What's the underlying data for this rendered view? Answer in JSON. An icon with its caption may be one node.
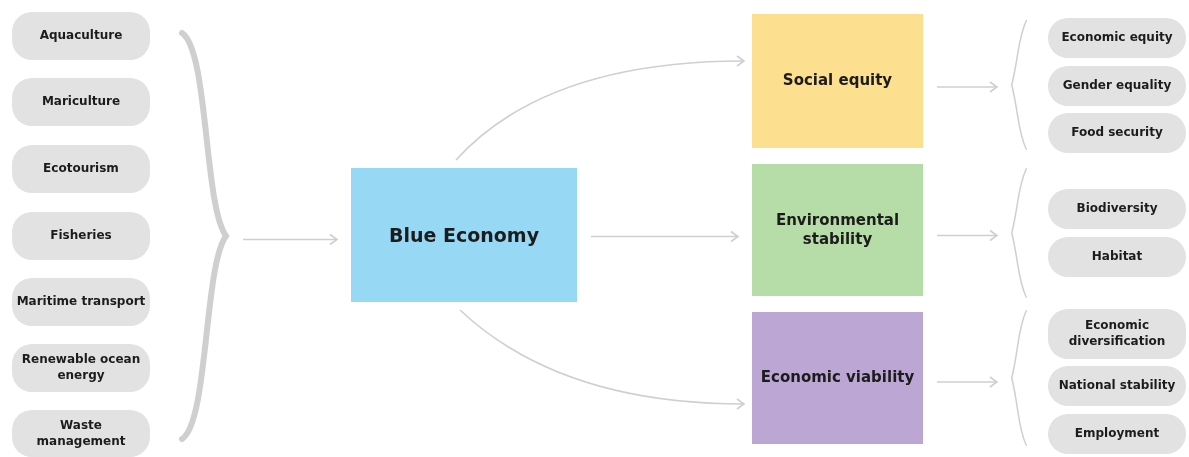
{
  "diagram": {
    "nodes": [
      {
        "text": [
          "Aquaculture"
        ]
      },
      {
        "text": [
          "Mariculture"
        ]
      },
      {
        "text": [
          "Ecotourism"
        ]
      },
      {
        "text": [
          "Fisheries"
        ]
      },
      {
        "text": [
          "Maritime transport"
        ]
      },
      {
        "text": [
          "Renewable ocean energy"
        ]
      },
      {
        "text": [
          "Waste management"
        ]
      },
      {
        "text": [],
        "shape": "bracket"
      },
      {
        "text": [
          "Blue Economy"
        ]
      },
      {
        "text": [
          "Social equity"
        ]
      },
      {
        "text": [
          "Environmental stability"
        ]
      },
      {
        "text": [
          "Economic viability"
        ]
      },
      {
        "text": [],
        "shape": "bracket"
      },
      {
        "text": [
          "Economic equity"
        ]
      },
      {
        "text": [
          "Gender equality"
        ]
      },
      {
        "text": [
          "Food security"
        ]
      },
      {
        "text": [],
        "shape": "bracket"
      },
      {
        "text": [
          "Biodiversity"
        ]
      },
      {
        "text": [
          "Habitat"
        ]
      },
      {
        "text": [],
        "shape": "bracket"
      },
      {
        "text": [
          "Economic diversification"
        ]
      },
      {
        "text": [
          "National stability"
        ]
      },
      {
        "text": [
          "Employment"
        ]
      }
    ],
    "edges": [
      {
        "from": 7,
        "to": 8,
        "arrow": "to"
      },
      {
        "from": 8,
        "to": 9,
        "arrow": "to"
      },
      {
        "from": 8,
        "to": 10,
        "arrow": "to"
      },
      {
        "from": 8,
        "to": 11,
        "arrow": "to"
      },
      {
        "from": 9,
        "to": 12,
        "arrow": "to"
      },
      {
        "from": 10,
        "to": 16,
        "arrow": "to"
      },
      {
        "from": 11,
        "to": 19,
        "arrow": "to"
      }
    ]
  }
}
